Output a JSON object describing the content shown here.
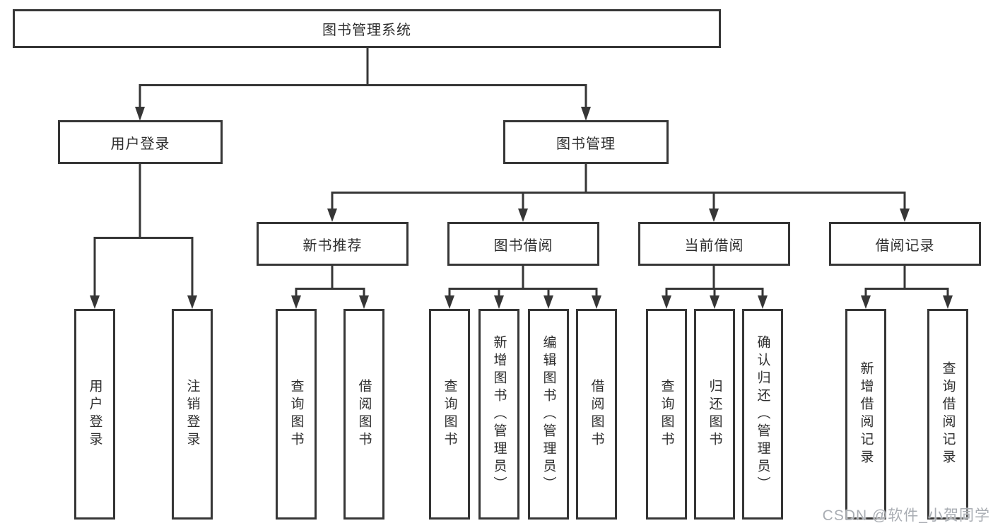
{
  "diagram": {
    "title_node": {
      "label": "图书管理系统"
    },
    "level2": [
      {
        "label": "用户登录"
      },
      {
        "label": "图书管理"
      }
    ],
    "level3": [
      {
        "label": "新书推荐"
      },
      {
        "label": "图书借阅"
      },
      {
        "label": "当前借阅"
      },
      {
        "label": "借阅记录"
      }
    ],
    "leaves": [
      {
        "label": "用户登录",
        "parent": "用户登录"
      },
      {
        "label": "注销登录",
        "parent": "用户登录"
      },
      {
        "label": "查询图书",
        "parent": "新书推荐"
      },
      {
        "label": "借阅图书",
        "parent": "新书推荐"
      },
      {
        "label": "查询图书",
        "parent": "图书借阅"
      },
      {
        "label": "新增图书（管理员）",
        "parent": "图书借阅"
      },
      {
        "label": "编辑图书（管理员）",
        "parent": "图书借阅"
      },
      {
        "label": "借阅图书",
        "parent": "图书借阅"
      },
      {
        "label": "查询图书",
        "parent": "当前借阅"
      },
      {
        "label": "归还图书",
        "parent": "当前借阅"
      },
      {
        "label": "确认归还（管理员）",
        "parent": "当前借阅"
      },
      {
        "label": "新增借阅记录",
        "parent": "借阅记录"
      },
      {
        "label": "查询借阅记录",
        "parent": "借阅记录"
      }
    ]
  },
  "watermark": {
    "text": "CSDN @软件_小贺同学"
  },
  "colors": {
    "line": "#363636",
    "box_border": "#363636",
    "text": "#2e2e2e",
    "background": "#ffffff",
    "watermark": "#a9adb3"
  }
}
